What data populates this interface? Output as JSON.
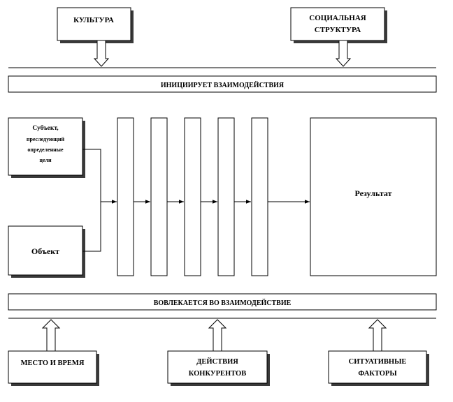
{
  "top_boxes": {
    "culture": "КУЛЬТУРА",
    "social_structure": [
      "СОЦИАЛЬНАЯ",
      "СТРУКТУРА"
    ]
  },
  "initiates_band": "ИНИЦИИРУЕТ  ВЗАИМОДЕЙСТВИЯ",
  "subject_box": [
    "Субъект,",
    "преследующий",
    "определенные",
    "цели"
  ],
  "object_box": "Объект",
  "result_box": "Результат",
  "involves_band": "ВОВЛЕКАЕТСЯ  ВО ВЗАИМОДЕЙСТВИЕ",
  "bottom_boxes": {
    "place_time": "МЕСТО  И ВРЕМЯ",
    "competitors": [
      "ДЕЙСТВИЯ",
      "КОНКУРЕНТОВ"
    ],
    "situational": [
      "СИТУАТИВНЫЕ",
      "ФАКТОРЫ"
    ]
  }
}
